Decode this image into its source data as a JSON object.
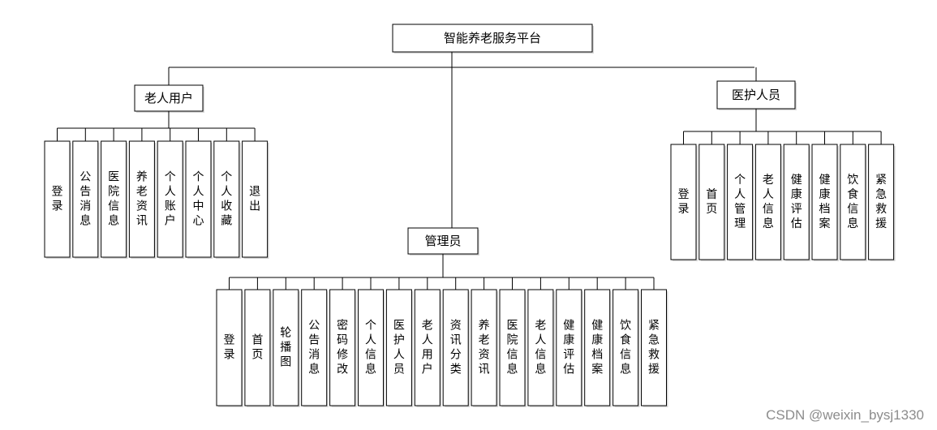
{
  "root": {
    "label": "智能养老服务平台"
  },
  "branches": [
    {
      "id": "elder",
      "label": "老人用户",
      "children": [
        "登录",
        "公告消息",
        "医院信息",
        "养老资讯",
        "个人账户",
        "个人中心",
        "个人收藏",
        "退出"
      ]
    },
    {
      "id": "admin",
      "label": "管理员",
      "children": [
        "登录",
        "首页",
        "轮播图",
        "公告消息",
        "密码修改",
        "个人信息",
        "医护人员",
        "老人用户",
        "资讯分类",
        "养老资讯",
        "医院信息",
        "老人信息",
        "健康评估",
        "健康档案",
        "饮食信息",
        "紧急救援"
      ]
    },
    {
      "id": "medical",
      "label": "医护人员",
      "children": [
        "登录",
        "首页",
        "个人管理",
        "老人信息",
        "健康评估",
        "健康档案",
        "饮食信息",
        "紧急救援"
      ]
    }
  ],
  "watermark": "CSDN @weixin_bysj1330"
}
